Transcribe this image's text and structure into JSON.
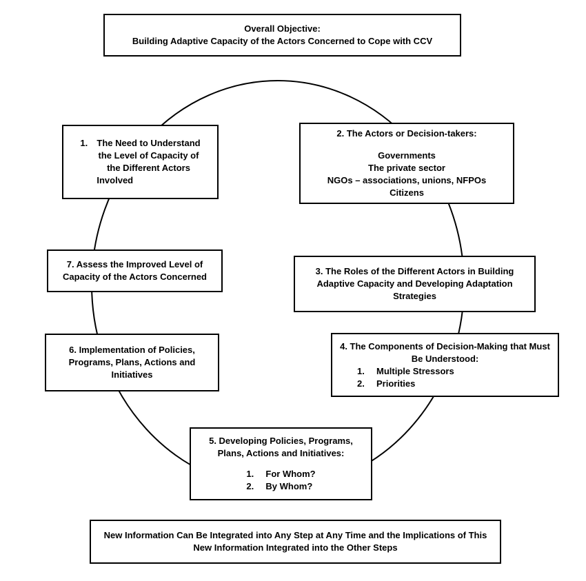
{
  "colors": {
    "stroke": "#000000",
    "background": "#ffffff"
  },
  "objective": {
    "line1": "Overall Objective:",
    "line2": "Building Adaptive Capacity of the Actors Concerned to Cope with CCV"
  },
  "step1": {
    "number": "1.",
    "lines": [
      "The Need to Understand",
      "the Level of Capacity of",
      "the Different Actors",
      "Involved"
    ]
  },
  "step2": {
    "title": "2. The Actors or Decision-takers:",
    "items": [
      "Governments",
      "The private sector",
      "NGOs – associations, unions, NFPOs",
      "Citizens"
    ]
  },
  "step3": {
    "lines": [
      "3. The Roles of the Different Actors in Building",
      "Adaptive Capacity and Developing Adaptation",
      "Strategies"
    ]
  },
  "step4": {
    "lines": [
      "4. The Components of Decision-Making that Must",
      "Be Understood:"
    ],
    "items": [
      {
        "num": "1.",
        "text": "Multiple Stressors"
      },
      {
        "num": "2.",
        "text": "Priorities"
      }
    ]
  },
  "step5": {
    "lines": [
      "5. Developing Policies, Programs,",
      "Plans, Actions and Initiatives:"
    ],
    "items": [
      {
        "num": "1.",
        "text": "For Whom?"
      },
      {
        "num": "2.",
        "text": "By Whom?"
      }
    ]
  },
  "step6": {
    "lines": [
      "6. Implementation of Policies,",
      "Programs, Plans, Actions and",
      "Initiatives"
    ]
  },
  "step7": {
    "lines": [
      "7. Assess the Improved Level of",
      "Capacity of the Actors Concerned"
    ]
  },
  "note": {
    "line1": "New Information Can Be Integrated into Any Step at Any Time and the Implications of This",
    "line2": "New Information Integrated into the Other Steps"
  }
}
